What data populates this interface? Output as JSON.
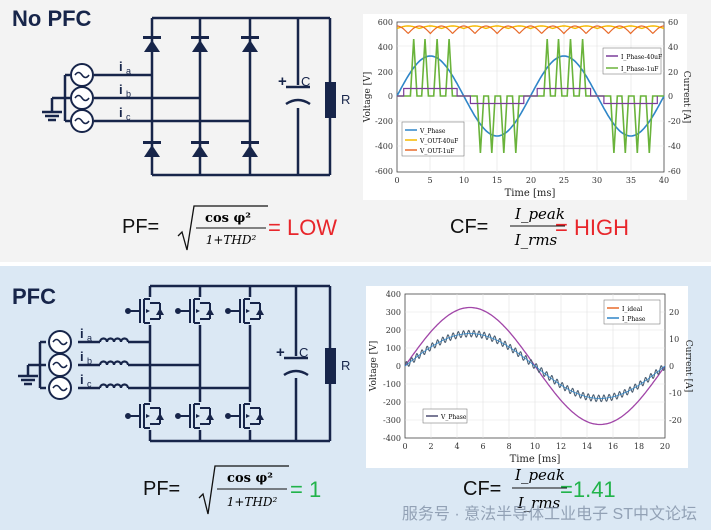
{
  "top": {
    "title": "No PFC",
    "circuit": {
      "i_a": "i",
      "i_b": "i",
      "i_c": "i",
      "sub_a": "a",
      "sub_b": "b",
      "sub_c": "c",
      "plus": "+",
      "cap": "C",
      "res": "R"
    },
    "chart": {
      "yleft_label": "Voltage [V]",
      "yright_label": "Current [A]",
      "xlabel": "Time [ms]",
      "yleft_ticks": [
        "600",
        "400",
        "200",
        "0",
        "-200",
        "-400",
        "-600"
      ],
      "yright_ticks": [
        "60",
        "40",
        "20",
        "0",
        "-20",
        "-40",
        "-60"
      ],
      "x_ticks": [
        "0",
        "5",
        "10",
        "15",
        "20",
        "25",
        "30",
        "35",
        "40"
      ],
      "legend_left": [
        "V_Phase",
        "V_OUT-40uF",
        "V_OUT-1uF"
      ],
      "legend_right": [
        "I_Phase-40uF",
        "I_Phase-1uF"
      ]
    },
    "pf_label": "PF=",
    "pf_num": "cos φ²",
    "pf_den": "1+THD²",
    "pf_value": "= LOW",
    "cf_label": "CF=",
    "cf_num": "I_peak",
    "cf_den": "I_rms",
    "cf_value": "= HIGH"
  },
  "bottom": {
    "title": "PFC",
    "circuit": {
      "i_a": "i",
      "i_b": "i",
      "i_c": "i",
      "sub_a": "a",
      "sub_b": "b",
      "sub_c": "c",
      "plus": "+",
      "cap": "C",
      "res": "R"
    },
    "chart": {
      "yleft_label": "Voltage [V]",
      "yright_label": "Current [A]",
      "xlabel": "Time [ms]",
      "yleft_ticks": [
        "400",
        "300",
        "200",
        "100",
        "0",
        "-100",
        "-200",
        "-300",
        "-400"
      ],
      "yright_ticks": [
        "20",
        "10",
        "0",
        "-10",
        "-20"
      ],
      "x_ticks": [
        "0",
        "2",
        "4",
        "6",
        "8",
        "10",
        "12",
        "14",
        "16",
        "18",
        "20"
      ],
      "legend_top": [
        "I_ideal",
        "I_Phase"
      ],
      "legend_bottom": [
        "V_Phase"
      ]
    },
    "pf_label": "PF=",
    "pf_num": "cos φ²",
    "pf_den": "1+THD²",
    "pf_value": "= 1",
    "cf_label": "CF=",
    "cf_num": "I_peak",
    "cf_den": "I_rms",
    "cf_value": "=1.41"
  },
  "watermark": "服务号 · 意法半导体工业电子  ST中文论坛",
  "colors": {
    "navy": "#17254a",
    "red": "#e8262b",
    "green": "#21b34a"
  }
}
